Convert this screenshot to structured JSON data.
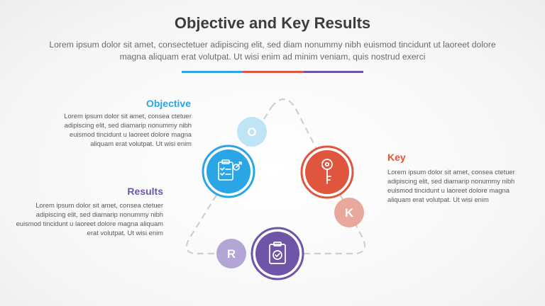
{
  "header": {
    "title": "Objective and Key Results",
    "subtitle": "Lorem ipsum dolor sit amet, consectetuer adipiscing elit, sed diam nonummy nibh euismod tincidunt ut laoreet dolore magna aliquam erat volutpat. Ut wisi enim ad minim veniam, quis nostrud exerci"
  },
  "colors": {
    "objective": "#2aa6e6",
    "key": "#e0553d",
    "results": "#6e55a8",
    "title": "#3d3d3d"
  },
  "sections": {
    "objective": {
      "title": "Objective",
      "text": "Lorem ipsum dolor sit amet, consea ctetuer adipiscing elit, sed diamarip nonummy nibh euismod tincidunt u laoreet dolore magna aliquam erat volutpat. Ut wisi enim",
      "letter": "O",
      "icon": "clipboard-target-icon"
    },
    "key": {
      "title": "Key",
      "text": "Lorem ipsum dolor sit amet, consea ctetuer adipiscing elit, sed diamarip nonummy nibh euismod tincidunt u laoreet dolore magna aliquam erat volutpat. Ut wisi enim",
      "letter": "K",
      "icon": "key-icon"
    },
    "results": {
      "title": "Results",
      "text": "Lorem ipsum dolor sit amet, consea ctetuer adipiscing elit, sed diamarip nonummy nibh euismod tincidunt u laoreet dolore magna aliquam erat volutpat. Ut wisi enim",
      "letter": "R",
      "icon": "clipboard-check-icon"
    }
  }
}
